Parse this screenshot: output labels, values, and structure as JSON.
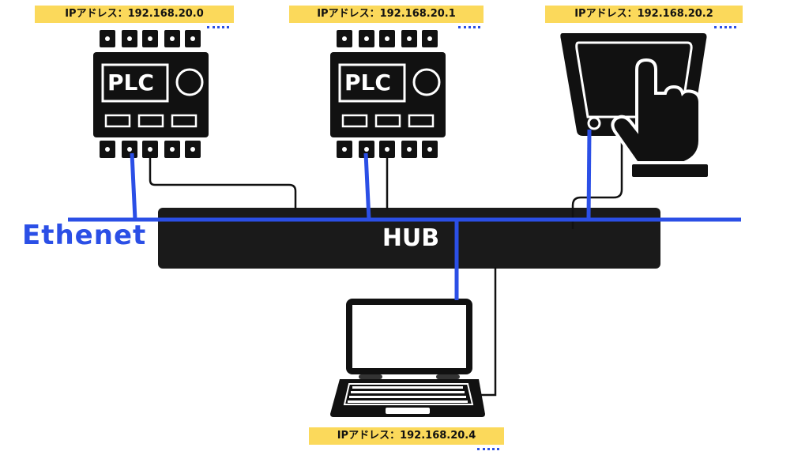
{
  "labels": {
    "plc1_ip": "IPアドレス：192.168.20.0",
    "plc2_ip": "IPアドレス：192.168.20.1",
    "hmi_ip": "IPアドレス：192.168.20.2",
    "laptop_ip": "IPアドレス：192.168.20.4"
  },
  "plc1": {
    "name": "PLC"
  },
  "plc2": {
    "name": "PLC"
  },
  "network": {
    "name": "Ethenet"
  },
  "hub": {
    "name": "HUB"
  },
  "colors": {
    "accent": "#2b4fe6",
    "label_bg": "#fbd95b",
    "device": "#111111"
  },
  "icons": [
    "plc-icon",
    "touch-panel-icon",
    "laptop-icon",
    "hub-icon"
  ]
}
